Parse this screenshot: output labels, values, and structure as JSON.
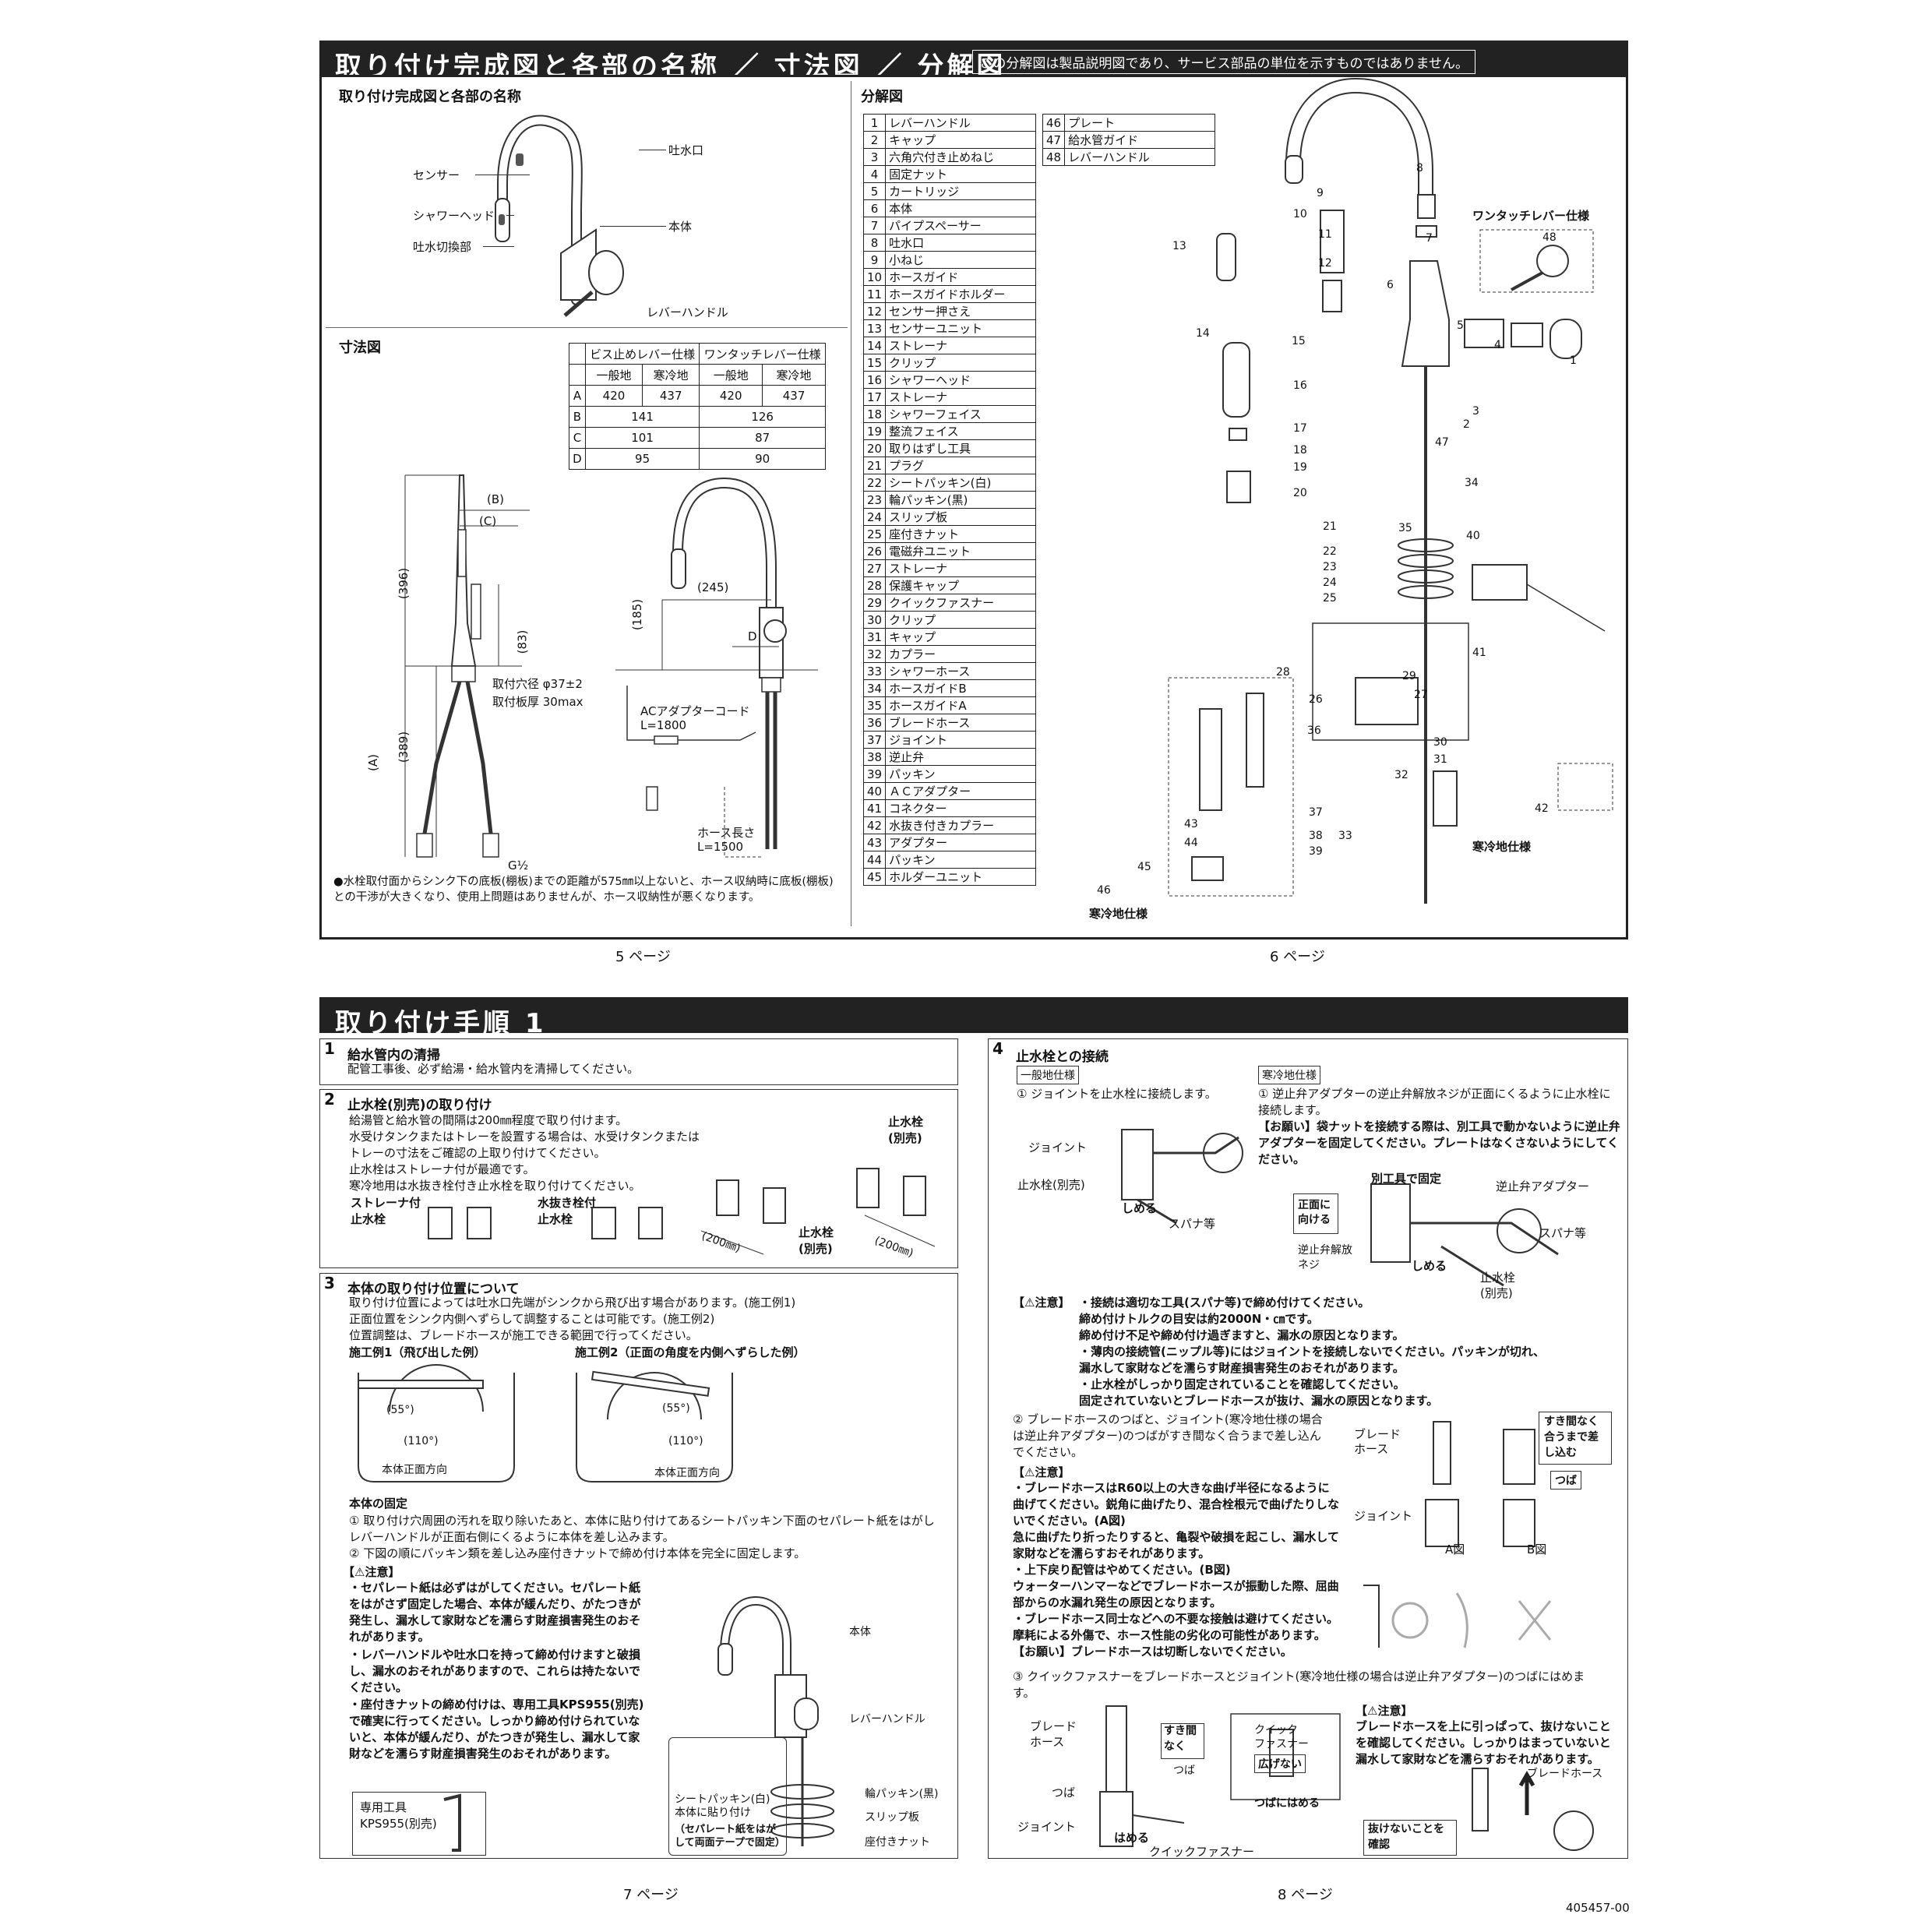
{
  "top": {
    "title": "取り付け完成図と各部の名称 ／ 寸法図 ／ 分解図",
    "note": "この分解図は製品説明図であり、サービス部品の単位を示すものではありません。",
    "names": {
      "heading": "取り付け完成図と各部の名称",
      "sensor": "センサー",
      "shower_head": "シャワーヘッド",
      "switch": "吐水切換部",
      "spout": "吐水口",
      "body": "本体",
      "lever": "レバーハンドル"
    },
    "dims": {
      "heading": "寸法図",
      "table_header": [
        "ビス止めレバー仕様",
        "ワンタッチレバー仕様"
      ],
      "sub_header": [
        "一般地",
        "寒冷地",
        "一般地",
        "寒冷地"
      ],
      "rows": [
        {
          "k": "A",
          "v": [
            "420",
            "437",
            "420",
            "437"
          ]
        },
        {
          "k": "B",
          "v": [
            "141",
            "126"
          ]
        },
        {
          "k": "C",
          "v": [
            "101",
            "87"
          ]
        },
        {
          "k": "D",
          "v": [
            "95",
            "90"
          ]
        }
      ],
      "labels": {
        "b": "(B)",
        "c": "(C)",
        "d396": "(396)",
        "d83": "(83)",
        "d389": "(389)",
        "a": "(A)",
        "d245": "(245)",
        "d185": "(185)",
        "d": "D",
        "hole": "取付穴径 φ37±2",
        "plate": "取付板厚 30max",
        "adapter": "ACアダプターコード",
        "adapter_len": "L=1800",
        "hose": "ホース長さ",
        "hose_len": "L=1500",
        "g": "G½"
      },
      "note": "●水栓取付面からシンク下の底板(棚板)までの距離が575㎜以上ないと、ホース収納時に底板(棚板)との干渉が大きくなり、使用上問題はありませんが、ホース収納性が悪くなります。"
    },
    "exploded": {
      "heading": "分解図",
      "parts_a": [
        [
          "1",
          "レバーハンドル"
        ],
        [
          "2",
          "キャップ"
        ],
        [
          "3",
          "六角穴付き止めねじ"
        ],
        [
          "4",
          "固定ナット"
        ],
        [
          "5",
          "カートリッジ"
        ],
        [
          "6",
          "本体"
        ],
        [
          "7",
          "パイプスペーサー"
        ],
        [
          "8",
          "吐水口"
        ],
        [
          "9",
          "小ねじ"
        ],
        [
          "10",
          "ホースガイド"
        ],
        [
          "11",
          "ホースガイドホルダー"
        ],
        [
          "12",
          "センサー押さえ"
        ],
        [
          "13",
          "センサーユニット"
        ],
        [
          "14",
          "ストレーナ"
        ],
        [
          "15",
          "クリップ"
        ],
        [
          "16",
          "シャワーヘッド"
        ],
        [
          "17",
          "ストレーナ"
        ],
        [
          "18",
          "シャワーフェイス"
        ],
        [
          "19",
          "整流フェイス"
        ],
        [
          "20",
          "取りはずし工具"
        ],
        [
          "21",
          "プラグ"
        ],
        [
          "22",
          "シートパッキン(白)"
        ],
        [
          "23",
          "輪パッキン(黒)"
        ],
        [
          "24",
          "スリップ板"
        ],
        [
          "25",
          "座付きナット"
        ],
        [
          "26",
          "電磁弁ユニット"
        ],
        [
          "27",
          "ストレーナ"
        ],
        [
          "28",
          "保護キャップ"
        ],
        [
          "29",
          "クイックファスナー"
        ],
        [
          "30",
          "クリップ"
        ],
        [
          "31",
          "キャップ"
        ],
        [
          "32",
          "カプラー"
        ],
        [
          "33",
          "シャワーホース"
        ],
        [
          "34",
          "ホースガイドB"
        ],
        [
          "35",
          "ホースガイドA"
        ],
        [
          "36",
          "ブレードホース"
        ],
        [
          "37",
          "ジョイント"
        ],
        [
          "38",
          "逆止弁"
        ],
        [
          "39",
          "パッキン"
        ],
        [
          "40",
          "ＡＣアダプター"
        ],
        [
          "41",
          "コネクター"
        ],
        [
          "42",
          "水抜き付きカプラー"
        ],
        [
          "43",
          "アダプター"
        ],
        [
          "44",
          "パッキン"
        ],
        [
          "45",
          "ホルダーユニット"
        ]
      ],
      "parts_b": [
        [
          "46",
          "プレート"
        ],
        [
          "47",
          "給水管ガイド"
        ],
        [
          "48",
          "レバーハンドル"
        ]
      ],
      "onetouch": "ワンタッチレバー仕様",
      "cold": "寒冷地仕様",
      "cold2": "寒冷地仕様",
      "callouts": [
        "1",
        "2",
        "3",
        "4",
        "5",
        "6",
        "7",
        "8",
        "9",
        "10",
        "11",
        "12",
        "13",
        "14",
        "15",
        "16",
        "17",
        "18",
        "19",
        "20",
        "21",
        "22",
        "23",
        "24",
        "25",
        "26",
        "27",
        "28",
        "29",
        "30",
        "31",
        "32",
        "33",
        "34",
        "35",
        "36",
        "37",
        "38",
        "39",
        "40",
        "41",
        "42",
        "43",
        "44",
        "45",
        "46",
        "47",
        "48"
      ]
    },
    "page5": "5 ページ",
    "page6": "6 ページ"
  },
  "bottom": {
    "title": "取り付け手順 1",
    "s1": {
      "num": "1",
      "title": "給水管内の清掃",
      "text": "配管工事後、必ず給湯・給水管内を清掃してください。"
    },
    "s2": {
      "num": "2",
      "title": "止水栓(別売)の取り付け",
      "lines": [
        "給湯管と給水管の間隔は200㎜程度で取り付けます。",
        "水受けタンクまたはトレーを設置する場合は、水受けタンクまたは",
        "トレーの寸法をご確認の上取り付けてください。",
        "止水栓はストレーナ付が最適です。",
        "寒冷地用は水抜き栓付き止水栓を取り付けてください。"
      ],
      "strainer": "ストレーナ付\n止水栓",
      "drain": "水抜き栓付\n止水栓",
      "valve": "止水栓\n(別売)",
      "valve2": "止水栓\n(別売)",
      "d200": "(200㎜)",
      "d200b": "(200㎜)"
    },
    "s3": {
      "num": "3",
      "title": "本体の取り付け位置について",
      "lines": [
        "取り付け位置によっては吐水口先端がシンクから飛び出す場合があります。(施工例1)",
        "正面位置をシンク内側へずらして調整することは可能です。(施工例2)",
        "位置調整は、ブレードホースが施工できる範囲で行ってください。"
      ],
      "ex1": "施工例1（飛び出した例）",
      "ex2": "施工例2（正面の角度を内側へずらした例）",
      "a55": "(55°)",
      "a110": "(110°)",
      "front": "本体正面方向",
      "fix_title": "本体の固定",
      "fix1": "① 取り付け穴周囲の汚れを取り除いたあと、本体に貼り付けてあるシートパッキン下面のセパレート紙をはがしレバーハンドルが正面右側にくるように本体を差し込みます。",
      "fix2": "② 下図の順にパッキン類を差し込み座付きナットで締め付け本体を完全に固定します。",
      "caution": "【⚠注意】",
      "cautions": [
        "・セパレート紙は必ずはがしてください。セパレート紙をはがさず固定した場合、本体が緩んだり、がたつきが発生し、漏水して家財などを濡らす財産損害発生のおそれがあります。",
        "・レバーハンドルや吐水口を持って締め付けますと破損し、漏水のおそれがありますので、これらは持たないでください。",
        "・座付きナットの締め付けは、専用工具KPS955(別売)で確実に行ってください。しっかり締め付けられていないと、本体が緩んだり、がたつきが発生し、漏水して家財などを濡らす財産損害発生のおそれがあります。"
      ],
      "tool": "専用工具\nKPS955(別売)",
      "body": "本体",
      "lever": "レバーハンドル",
      "ring": "輪パッキン(黒)",
      "slip": "スリップ板",
      "nut": "座付きナット",
      "sheet": "シートパッキン(白)\n本体に貼り付け",
      "sheet_note": "（セパレート紙をはがして両面テープで固定）"
    },
    "s4": {
      "num": "4",
      "title": "止水栓との接続",
      "general": "一般地仕様",
      "cold": "寒冷地仕様",
      "g1": "① ジョイントを止水栓に接続します。",
      "c1": "① 逆止弁アダプターの逆止弁解放ネジが正面にくるように止水栓に接続します。",
      "c_req": "【お願い】袋ナットを接続する際は、別工具で動かないように逆止弁アダプターを固定してください。プレートはなくさないようにしてください。",
      "joint": "ジョイント",
      "valve": "止水栓(別売)",
      "tighten": "しめる",
      "spanner": "スパナ等",
      "tool2": "別工具で固定",
      "adapter": "逆止弁アダプター",
      "spanner2": "スパナ等",
      "front": "正面に\n向ける",
      "release": "逆止弁解放\nネジ",
      "tighten2": "しめる",
      "valve2": "止水栓\n(別売)",
      "caution1": "【⚠注意】",
      "caution1_lines": [
        "・接続は適切な工具(スパナ等)で締め付けてください。",
        "締め付けトルクの目安は約2000N・㎝です。",
        "締め付け不足や締め付け過ぎますと、漏水の原因となります。",
        "・薄肉の接続管(ニップル等)にはジョイントを接続しないでください。パッキンが切れ、",
        "漏水して家財などを濡らす財産損害発生のおそれがあります。",
        "・止水栓がしっかり固定されていることを確認してください。",
        "固定されていないとブレードホースが抜け、漏水の原因となります。"
      ],
      "step2": "② ブレードホースのつばと、ジョイント(寒冷地仕様の場合は逆止弁アダプター)のつばがすき間なく合うまで差し込んでください。",
      "caution2": "【⚠注意】",
      "caution2_lines": [
        "・ブレードホースはR60以上の大きな曲げ半径になるように曲げてください。鋭角に曲げたり、混合栓根元で曲げたりしないでください。(A図)",
        "急に曲げたり折ったりすると、亀裂や破損を起こし、漏水して家財などを濡らすおそれがあります。",
        "・上下戻り配管はやめてください。(B図)",
        "ウォーターハンマーなどでブレードホースが振動した際、屈曲部からの水漏れ発生の原因となります。",
        "・ブレードホース同士などへの不要な接触は避けてください。",
        "摩耗による外傷で、ホース性能の劣化の可能性があります。",
        "【お願い】ブレードホースは切断しないでください。"
      ],
      "braid": "ブレード\nホース",
      "joint2": "ジョイント",
      "gap": "すき間なく\n合うまで差\nし込む",
      "flange": "つば",
      "figA": "A図",
      "figB": "B図",
      "step3": "③ クイックファスナーをブレードホースとジョイント(寒冷地仕様の場合は逆止弁アダプター)のつばにはめます。",
      "braid2": "ブレード\nホース",
      "flange2": "つば",
      "joint3": "ジョイント",
      "fit": "はめる",
      "qf": "クイックファスナー",
      "nogap": "すき間\nなく",
      "flange3": "つば",
      "qf2": "クイック\nファスナー",
      "wide": "広げない",
      "fitflange": "つばにはめる",
      "caution3": "【⚠注意】",
      "caution3_text": "ブレードホースを上に引っぱって、抜けないことを確認してください。しっかりはまっていないと漏水して家財などを濡らすおそれがあります。",
      "braid3": "ブレードホース",
      "check": "抜けないことを\n確認"
    },
    "page7": "7 ページ",
    "page8": "8 ページ",
    "code": "405457-00"
  }
}
